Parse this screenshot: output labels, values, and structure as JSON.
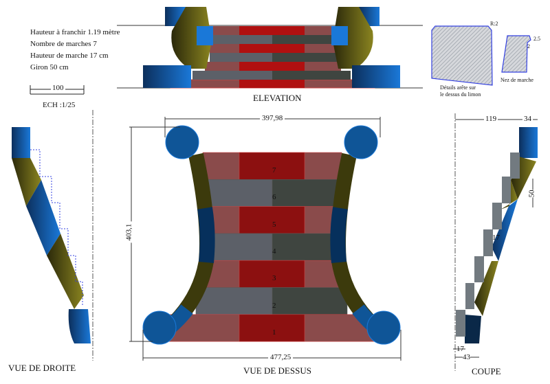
{
  "notes": {
    "height_to_climb": "Hauteur à franchir 1.19 mètre",
    "step_count": "Nombre de marches 7",
    "step_height": "Hauteur de marche 17 cm",
    "tread": "Giron 50 cm",
    "scale_bar_value": "100",
    "scale": "ECH :1/25"
  },
  "details": {
    "radius": "R:2",
    "stringer_detail_line1": "Détails arête sur",
    "stringer_detail_line2": "le dessus du limon",
    "nosing_dim_a": "2.5",
    "nosing_dim_b": "2",
    "nosing_label": "Nez de marche"
  },
  "views": {
    "elevation": "ELEVATION",
    "right_view": "VUE DE DROITE",
    "top_view": "VUE DE DESSUS",
    "section": "COUPE"
  },
  "top_view": {
    "dim_top": "397,98",
    "dim_bottom": "477,25",
    "dim_left": "403,1",
    "step_numbers": [
      "7",
      "6",
      "5",
      "4",
      "3",
      "2",
      "1"
    ]
  },
  "section": {
    "dim_119": "119",
    "dim_34": "34",
    "dim_50": "50",
    "dim_17_mid": "17",
    "dim_17_bottom": "17",
    "dim_43": "43"
  },
  "colors": {
    "blue": "#0f5597",
    "dark_blue": "#063766",
    "olive": "#3c3a0c",
    "red": "#8c1010",
    "pink": "#8a4b4b",
    "gray_light": "#5c6068",
    "gray_dark": "#3f4540"
  }
}
